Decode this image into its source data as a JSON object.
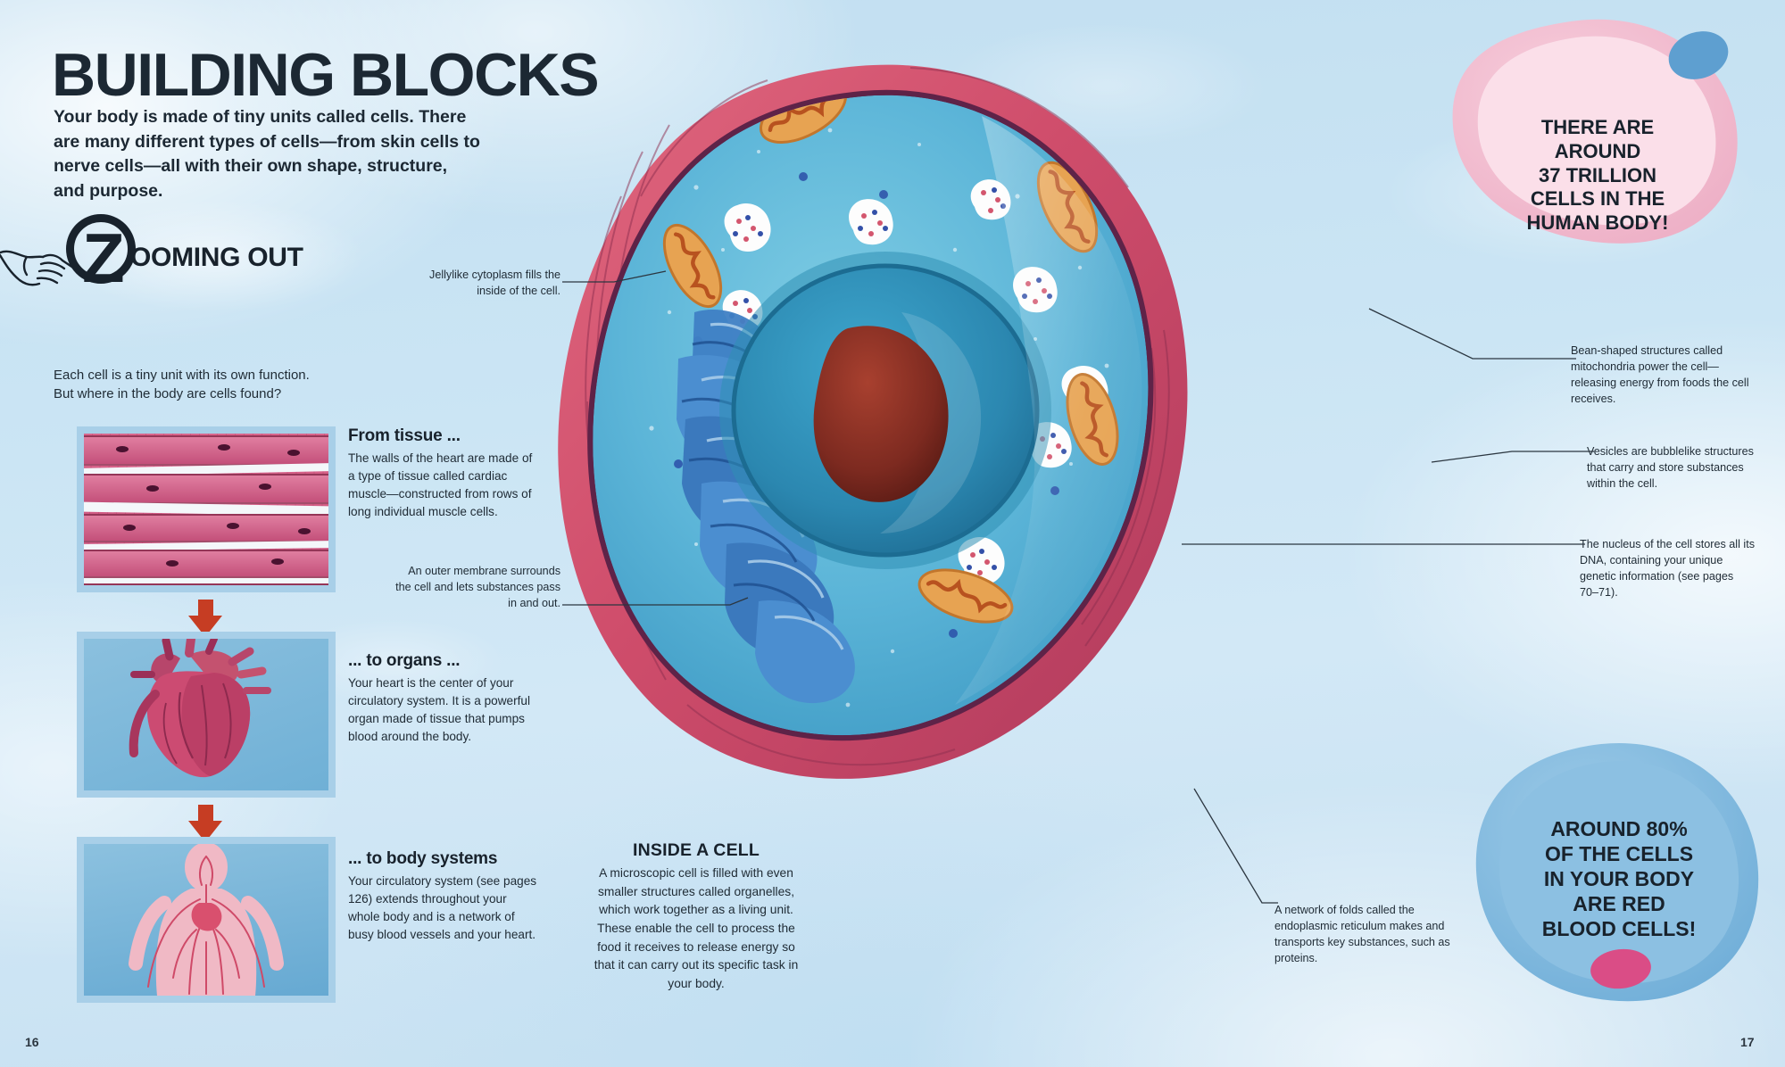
{
  "page": {
    "title": "BUILDING BLOCKS",
    "intro": "Your body is made of tiny units called cells. There are many different types of cells—from skin cells to nerve cells—all with their own shape, structure, and purpose.",
    "left_page_number": "16",
    "right_page_number": "17"
  },
  "zooming_out": {
    "magnifier_letter": "Z",
    "heading_rest": "OOMING OUT",
    "full_heading": "ZOOMING OUT",
    "description_line1": "Each cell is a tiny unit with its own function.",
    "description_line2": "But where in the body are cells found?"
  },
  "panels": [
    {
      "image_name": "cardiac-muscle-tissue-photo",
      "heading": "From tissue ...",
      "body": "The walls of the heart are made of a type of tissue called cardiac muscle—constructed from rows of long individual muscle cells."
    },
    {
      "image_name": "human-heart-illustration",
      "heading": "... to organs ...",
      "body": "Your heart is the center of your circulatory system. It is a powerful organ made of tissue that pumps blood around the body."
    },
    {
      "image_name": "circulatory-system-body-illustration",
      "heading": "... to body systems",
      "body": "Your circulatory system (see pages 126) extends throughout your whole body and is a network of busy blood vessels and your heart."
    }
  ],
  "inside_a_cell": {
    "heading": "INSIDE A CELL",
    "body": "A microscopic cell is filled with even smaller structures called organelles, which work together as a living unit. These enable the cell to process the food it receives to release energy so that it can carry out its specific task in your body."
  },
  "cell_labels": {
    "cytoplasm": "Jellylike cytoplasm fills the inside of the cell.",
    "membrane": "An outer membrane surrounds the cell and lets substances pass in and out.",
    "mitochondria": "Bean-shaped structures called mitochondria power the cell—releasing energy from foods the cell receives.",
    "vesicles": "Vesicles are bubblelike structures that carry and store substances within the cell.",
    "nucleus": "The nucleus of the cell stores all its DNA, containing your unique genetic information (see pages 70–71).",
    "endoplasmic_reticulum": "A network of folds called the endoplasmic reticulum makes and transports key substances, such as proteins."
  },
  "bubbles": {
    "pink": {
      "lines": [
        "THERE ARE",
        "AROUND",
        "37 TRILLION",
        "CELLS IN THE",
        "HUMAN BODY!"
      ],
      "color": "#f6cada"
    },
    "blue": {
      "lines": [
        "AROUND 80%",
        "OF THE CELLS",
        "IN YOUR BODY",
        "ARE RED",
        "BLOOD CELLS!"
      ],
      "color": "#7fb8de"
    }
  },
  "colors": {
    "background": "#cbe5f4",
    "ink": "#18222c",
    "membrane_pink": "#d4586f",
    "membrane_dark": "#6e2a4d",
    "cytoplasm_blue": "#63b9d9",
    "nucleus_blue": "#2f8fb5",
    "nucleolus_red": "#8b2a22",
    "er_blue": "#2f6bb5",
    "mito_orange": "#e09a4a",
    "arrow_red": "#c63d23",
    "panel_border": "#a8cfe8"
  }
}
